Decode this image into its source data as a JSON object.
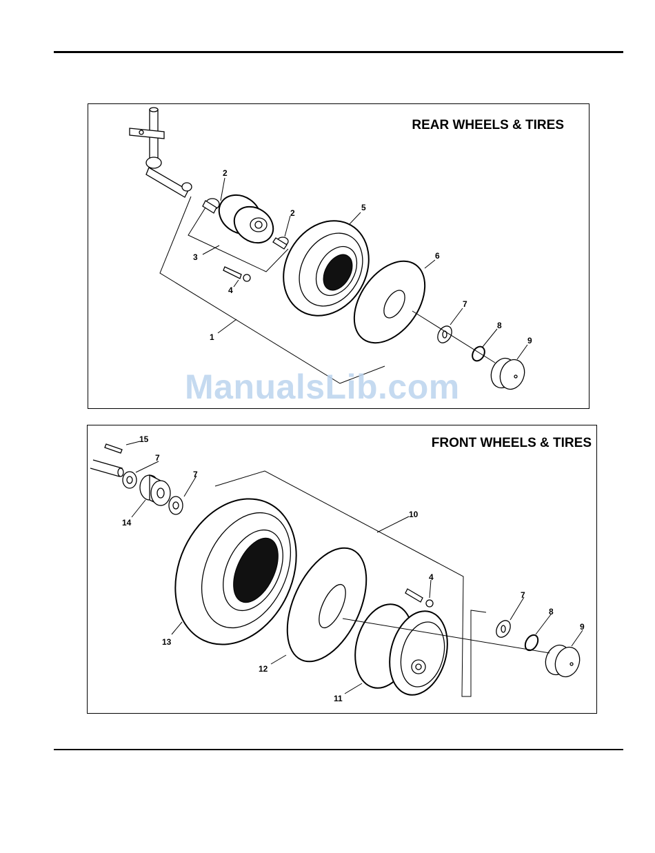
{
  "rear_panel": {
    "title": "REAR WHEELS & TIRES",
    "callouts": [
      "2",
      "2",
      "5",
      "3",
      "6",
      "4",
      "7",
      "8",
      "1",
      "9"
    ]
  },
  "front_panel": {
    "title": "FRONT WHEELS & TIRES",
    "callouts": [
      "15",
      "7",
      "7",
      "14",
      "10",
      "4",
      "7",
      "8",
      "9",
      "13",
      "12",
      "11"
    ]
  },
  "watermark": "ManualsLib.com"
}
